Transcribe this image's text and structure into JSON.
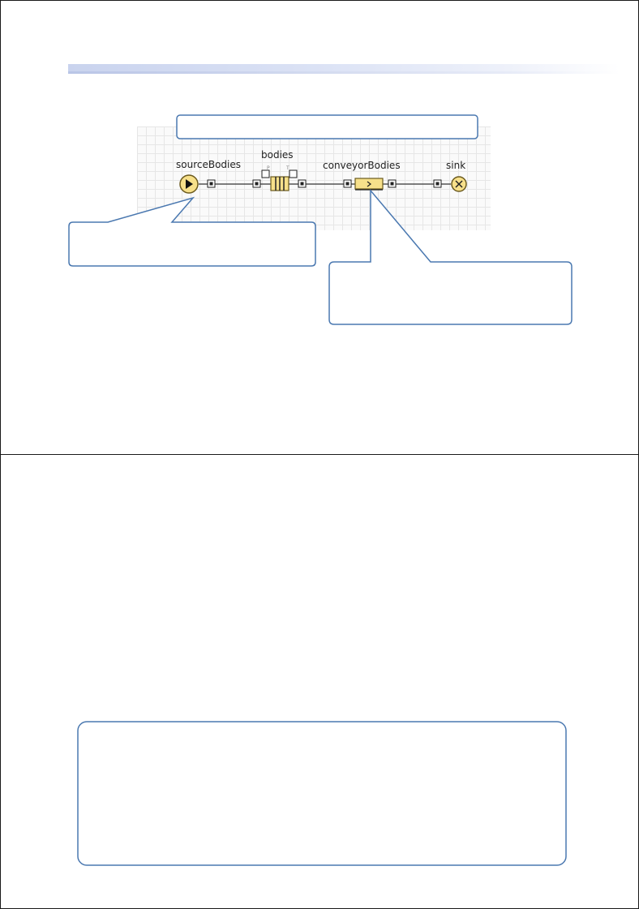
{
  "slide1": {
    "blocks": {
      "source": {
        "label": "sourceBodies"
      },
      "queue": {
        "label": "bodies",
        "port_p": "P",
        "port_t": "T"
      },
      "conveyor": {
        "label": "conveyorBodies"
      },
      "sink": {
        "label": "sink"
      }
    }
  },
  "colors": {
    "callout_border": "#4a78b0",
    "block_fill": "#f7e08a",
    "block_stroke": "#6b5a1e"
  }
}
